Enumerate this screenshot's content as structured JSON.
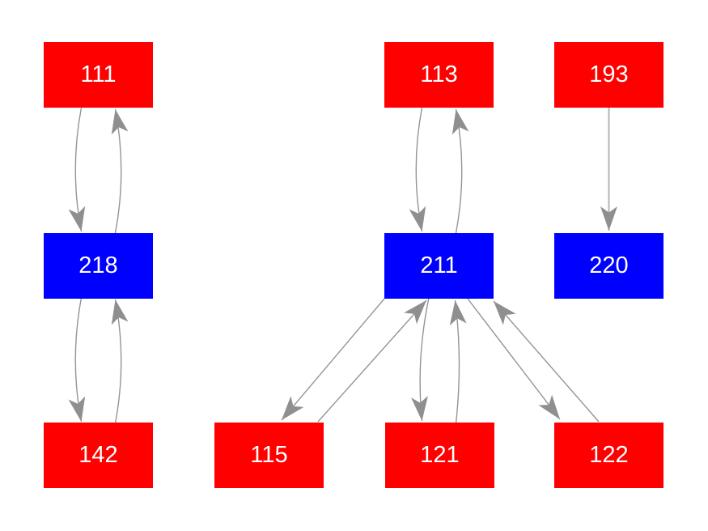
{
  "diagram": {
    "background_color": "#ffffff",
    "node_colors": {
      "red": "#ff0000",
      "blue": "#0000ff"
    },
    "edge_style": {
      "line_color": "#949494",
      "straight_line_color": "#b4b4b4",
      "arrow_color": "#8f8f8f"
    },
    "nodes": [
      {
        "id": "111",
        "label": "111",
        "color": "red"
      },
      {
        "id": "113",
        "label": "113",
        "color": "red"
      },
      {
        "id": "193",
        "label": "193",
        "color": "red"
      },
      {
        "id": "218",
        "label": "218",
        "color": "blue"
      },
      {
        "id": "211",
        "label": "211",
        "color": "blue"
      },
      {
        "id": "220",
        "label": "220",
        "color": "blue"
      },
      {
        "id": "142",
        "label": "142",
        "color": "red"
      },
      {
        "id": "115",
        "label": "115",
        "color": "red"
      },
      {
        "id": "121",
        "label": "121",
        "color": "red"
      },
      {
        "id": "122",
        "label": "122",
        "color": "red"
      }
    ],
    "edges": [
      {
        "from": "111",
        "to": "218"
      },
      {
        "from": "218",
        "to": "111"
      },
      {
        "from": "218",
        "to": "142"
      },
      {
        "from": "142",
        "to": "218"
      },
      {
        "from": "113",
        "to": "211"
      },
      {
        "from": "211",
        "to": "113"
      },
      {
        "from": "193",
        "to": "220"
      },
      {
        "from": "211",
        "to": "115"
      },
      {
        "from": "115",
        "to": "211"
      },
      {
        "from": "211",
        "to": "121"
      },
      {
        "from": "121",
        "to": "211"
      },
      {
        "from": "211",
        "to": "122"
      },
      {
        "from": "122",
        "to": "211"
      }
    ]
  }
}
